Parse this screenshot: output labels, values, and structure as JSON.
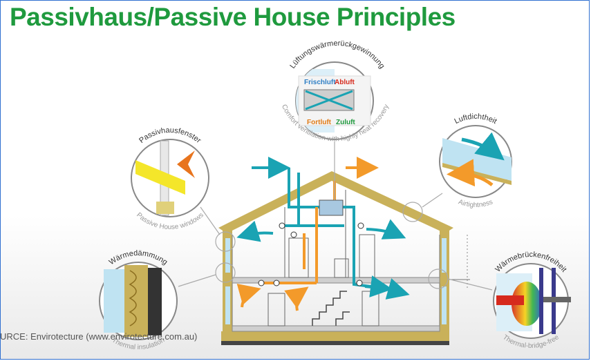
{
  "title": "Passivhaus/Passive House Principles",
  "source": "URCE: Envirotecture (www.envirotecture.com.au)",
  "colors": {
    "title_green": "#1f9a3e",
    "roof_beige": "#c9b15a",
    "duct_teal": "#1aa3b3",
    "duct_orange": "#f39a2a",
    "glass_blue": "#bfe3f2",
    "frame_blue": "#2f6fd0"
  },
  "callouts": {
    "ventilation": {
      "title": "Lüftungswärmerückgewinnung",
      "subtitle": "Comfort ventilation with highly heat recovery",
      "fresh": "Frischluft",
      "exhaust": "Abluft",
      "outgoing": "Fortluft",
      "supply": "Zuluft"
    },
    "windows": {
      "title": "Passivhausfenster",
      "subtitle": "Passive House windows"
    },
    "airtight": {
      "title": "Luftdichtheit",
      "subtitle": "Airtightness"
    },
    "insulation": {
      "title": "Wärmedämmung",
      "subtitle": "Thermal insulation"
    },
    "bridge": {
      "title": "Wärmebrückenfreiheit",
      "subtitle": "Thermal-bridge-free"
    }
  }
}
